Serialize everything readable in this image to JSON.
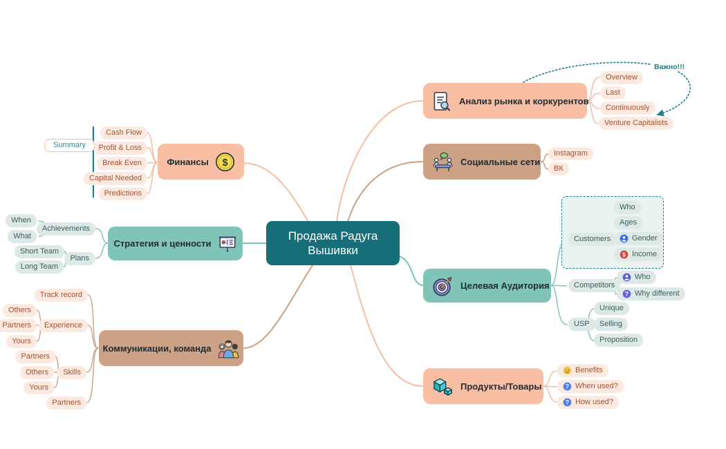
{
  "center": {
    "label": "Продажа Радуга Вышивки"
  },
  "analysis": {
    "label": "Анализ рынка и коркурентов",
    "icon": "document-search-icon",
    "annotation": "Важно!!!",
    "children": {
      "overview": "Overview",
      "last": "Last",
      "continuously": "Continuously",
      "venture_capitalists": "Venture Capitalists"
    }
  },
  "social": {
    "label": "Социальные сети",
    "icon": "meeting-icon",
    "children": {
      "instagram": "Instagram",
      "vk": "ВК"
    }
  },
  "audience": {
    "label": "Целевая Аудитория",
    "icon": "target-icon",
    "customers": {
      "label": "Customers",
      "who": "Who",
      "ages": "Ages",
      "gender": "Gender",
      "income": "Income"
    },
    "competitors": {
      "label": "Competitors",
      "who": "Who",
      "why_different": "Why different"
    },
    "usp": {
      "label": "USP",
      "unique": "Unique",
      "selling": "Selling",
      "proposition": "Proposition"
    }
  },
  "products": {
    "label": "Продукты/Товары",
    "icon": "cubes-icon",
    "children": {
      "benefits": "Benefits",
      "when_used": "When used?",
      "how_used": "How used?"
    }
  },
  "finance": {
    "label": "Финансы",
    "icon": "dollar-coin-icon",
    "summary": "Summary",
    "children": {
      "cash_flow": "Cash Flow",
      "profit_loss": "Profit & Loss",
      "break_even": "Break Even",
      "capital_needed": "Capital Needed",
      "predictions": "Predictions"
    }
  },
  "strategy": {
    "label": "Стратегия и ценности",
    "icon": "presentation-icon",
    "achievements": {
      "label": "Achievements",
      "when": "When",
      "what": "What"
    },
    "plans": {
      "label": "Plans",
      "short_team": "Short Team",
      "long_team": "Long Team"
    }
  },
  "communications": {
    "label": "Коммуникации, команда",
    "icon": "team-icon",
    "track_record": "Track record",
    "experience": {
      "label": "Experience",
      "others": "Others",
      "partners": "Partners",
      "yours": "Yours"
    },
    "skills": {
      "label": "Skills",
      "partners": "Partners",
      "others": "Others",
      "yours": "Yours"
    },
    "partners": "Partners"
  },
  "colors": {
    "center_bg": "#156E78",
    "branch_salmon": "#F8BFA4",
    "branch_tan": "#CCA184",
    "branch_teal": "#7FC4B6",
    "pill_peach_bg": "#FCE9DF",
    "pill_peach_text": "#A5512E",
    "pill_teal_bg": "#DCE9E6",
    "pill_teal_text": "#3E5C5A",
    "annotation_teal": "#1B7F8C",
    "edge_salmon": "#F5BEA3",
    "edge_tan": "#C9A183",
    "edge_teal": "#79C2B4"
  }
}
